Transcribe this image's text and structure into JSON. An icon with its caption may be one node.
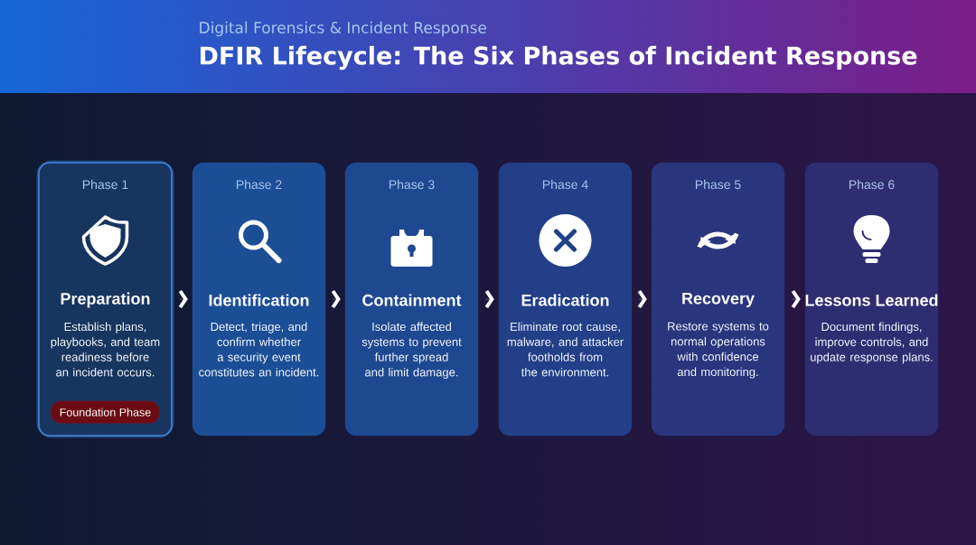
{
  "diagram": {
    "title": "DFIR Lifecycle: The Six Phases of Incident Response",
    "nodes": [
      {
        "text": [
          "Phase 1",
          "Preparation",
          "Establish plans, playbooks, and team readiness before an incident occurs."
        ]
      },
      {
        "text": [
          "Phase 2",
          "Identification",
          "Detect, triage, and confirm whether a security event constitutes an incident."
        ]
      },
      {
        "text": [
          "Phase 3",
          "Containment",
          "Isolate affected systems to prevent further spread and limit damage."
        ]
      },
      {
        "text": [
          "Phase 4",
          "Eradication",
          "Eliminate root cause, malware, and attacker footholds from the environment."
        ]
      },
      {
        "text": [
          "Phase 5",
          "Recovery",
          "Restore systems to normal operations with confidence and monitoring."
        ]
      },
      {
        "text": [
          "Phase 6",
          "Lessons Learned",
          "Document findings, improve controls, and update response plans."
        ]
      },
      {
        "text": [
          "Foundation Phase"
        ],
        "in": 0
      }
    ],
    "edges": [
      {
        "from": 0,
        "to": 1,
        "arrow": "to"
      },
      {
        "from": 1,
        "to": 2,
        "arrow": "to"
      },
      {
        "from": 2,
        "to": 3,
        "arrow": "to"
      },
      {
        "from": 3,
        "to": 4,
        "arrow": "to"
      },
      {
        "from": 4,
        "to": 5,
        "arrow": "to"
      }
    ],
    "labels": [
      "Digital Forensics & Incident Response"
    ]
  }
}
